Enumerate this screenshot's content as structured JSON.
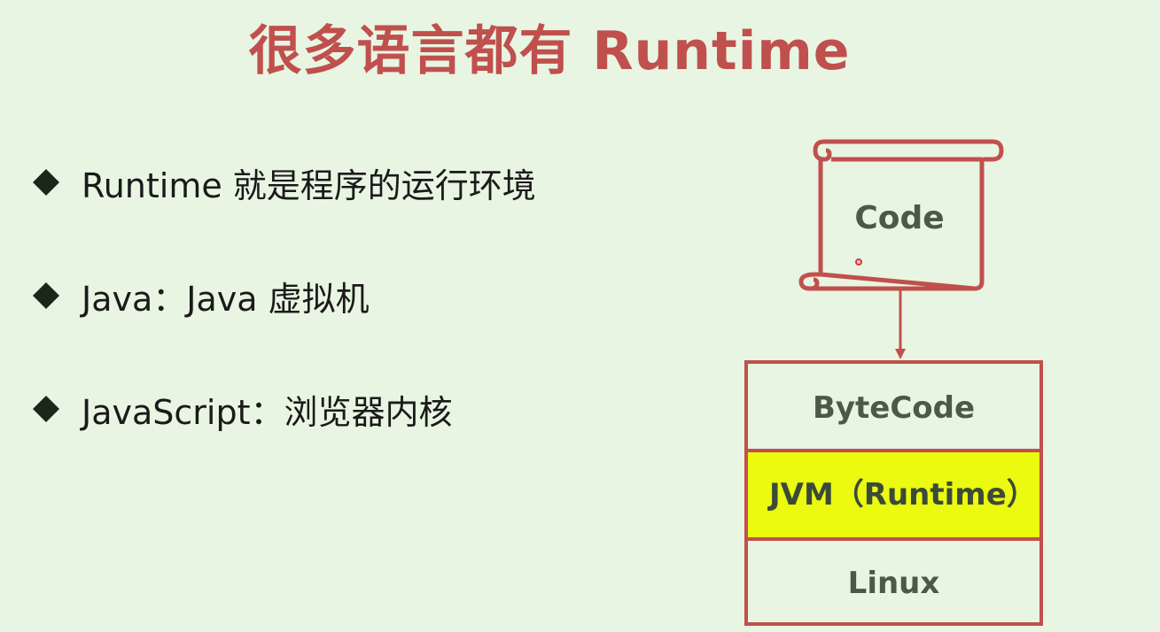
{
  "slide": {
    "title": "很多语言都有 Runtime",
    "bullets": [
      {
        "text": "Runtime 就是程序的运行环境"
      },
      {
        "text": "Java：Java 虚拟机"
      },
      {
        "text": "JavaScript：浏览器内核"
      }
    ]
  },
  "diagram": {
    "code_label": "Code",
    "layers": {
      "bytecode": "ByteCode",
      "jvm": "JVM（Runtime）",
      "linux": "Linux"
    }
  },
  "colors": {
    "background": "#e8f5e2",
    "accent": "#c0504d",
    "highlight": "#ebfa0e",
    "text_dark": "#1a1a1a",
    "label_text": "#4a5a46"
  },
  "icons": {
    "bullet": "diamond-bullet-icon",
    "scroll": "scroll-icon",
    "arrow": "arrow-down-icon",
    "cursor": "cursor-dot-icon"
  }
}
